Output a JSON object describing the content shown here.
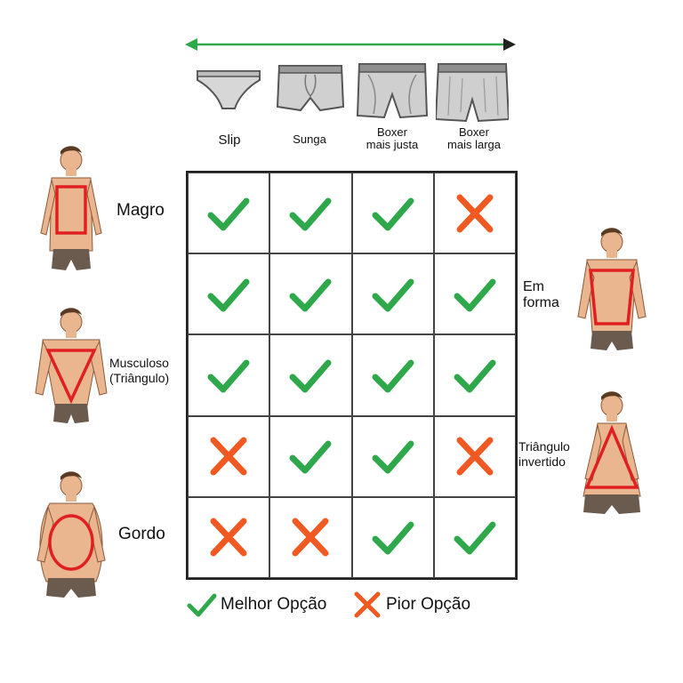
{
  "columns": [
    "Slip",
    "Sunga",
    "Boxer\nmais justa",
    "Boxer\nmais larga"
  ],
  "rows_left": [
    "Magro",
    "Musculoso\n(Triângulo)",
    "Gordo"
  ],
  "rows_right": [
    "Em\nforma",
    "Triângulo\ninvertido"
  ],
  "grid": [
    [
      "check",
      "check",
      "check",
      "cross"
    ],
    [
      "check",
      "check",
      "check",
      "check"
    ],
    [
      "check",
      "check",
      "check",
      "check"
    ],
    [
      "cross",
      "check",
      "check",
      "cross"
    ],
    [
      "cross",
      "cross",
      "check",
      "check"
    ]
  ],
  "legend": {
    "best": "Melhor Opção",
    "worst": "Pior Opção"
  },
  "colors": {
    "check": "#2ea84a",
    "cross": "#f05a22",
    "arrow": "#2ea84a",
    "outline": "#e02020",
    "skin": "#e9b690",
    "underwear": "#6b5b4f"
  }
}
